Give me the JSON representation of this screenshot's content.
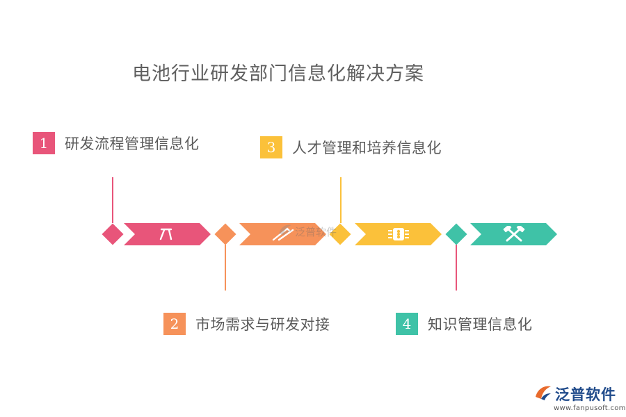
{
  "title": "电池行业研发部门信息化解决方案",
  "items": [
    {
      "number": "1",
      "label": "研发流程管理信息化",
      "color": "#e8557a",
      "icon": "tools-icon"
    },
    {
      "number": "2",
      "label": "市场需求与研发对接",
      "color": "#f6925a",
      "icon": "ruler-pencil-icon"
    },
    {
      "number": "3",
      "label": "人才管理和培养信息化",
      "color": "#fbc13a",
      "icon": "traffic-light-icon"
    },
    {
      "number": "4",
      "label": "知识管理信息化",
      "color": "#3fc2a7",
      "icon": "crossed-hammers-icon"
    }
  ],
  "watermark": {
    "text": "泛普软件"
  },
  "logo": {
    "name": "泛普软件",
    "url": "www.fanpusoft.com"
  }
}
